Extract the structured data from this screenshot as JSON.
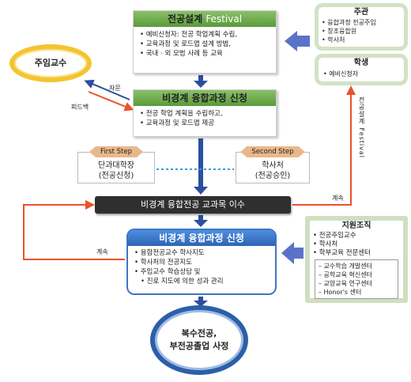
{
  "festival": {
    "title_part1": "전공설계",
    "title_part2": "Festival",
    "lines": [
      "예비신청자: 전공 학업계획 수립,",
      "교육과정 및 로드맵 설계 방법,",
      "국내 · 외 모범 사례 등 교육"
    ]
  },
  "apply1": {
    "title": "비경계 융합과정 신청",
    "lines": [
      "전공 학업 계획을 수립하고,",
      "교육과정 및 로드맵 제공"
    ]
  },
  "host": {
    "title": "주관",
    "items": [
      "융합과정 전공주임",
      "창조융합원",
      "학사처"
    ]
  },
  "student": {
    "title": "학생",
    "items": [
      "예비신청자"
    ]
  },
  "professor": {
    "label": "주임교수"
  },
  "labels": {
    "consult": "자문",
    "feedback": "피드백",
    "continue_right": "계속",
    "continue_left": "계속",
    "vertical_text": "전공설계 Festival"
  },
  "step1": {
    "tag": "First Step",
    "line1": "단과대학장",
    "line2": "(전공신청)"
  },
  "step2": {
    "tag": "Second Step",
    "line1": "학사처",
    "line2": "(전공승인)"
  },
  "enroll": {
    "label": "비경계 융합전공 교과목 이수"
  },
  "apply2": {
    "title": "비경계 융합과정 신청",
    "lines": [
      "융합전공교수 학사지도",
      "학사처의 전공지도",
      "주임교수 학습상담 및",
      "진로 지도에 의한 성과 관리"
    ]
  },
  "support": {
    "title": "지원조직",
    "items": [
      "전공주임교수",
      "학사처",
      "학부교육 전문센터"
    ],
    "sub_items": [
      "교수학습 개발센터",
      "공학교육 혁신센터",
      "교양교육 연구센터",
      "Honor's 센터"
    ]
  },
  "graduation": {
    "line1": "복수전공,",
    "line2": "부전공졸업 사정"
  },
  "colors": {
    "green": "#5a9a3a",
    "blue": "#2f64b4",
    "orange": "#e8542a",
    "navy": "#2c4f9e",
    "panel_border": "#d2e2c6"
  }
}
